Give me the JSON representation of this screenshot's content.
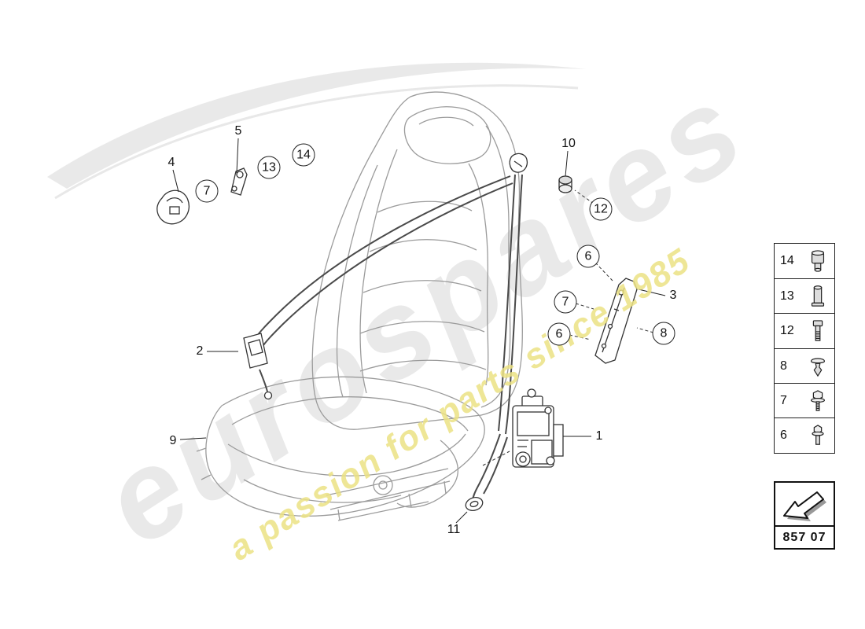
{
  "watermark": {
    "main": "eurospares",
    "tagline": "a passion for parts since 1985",
    "main_color": "#e9e9e9",
    "tagline_color": "#ece284"
  },
  "part_code": "857 07",
  "callouts": [
    {
      "label": "4"
    },
    {
      "label": "7"
    },
    {
      "label": "5"
    },
    {
      "label": "13"
    },
    {
      "label": "14"
    },
    {
      "label": "10"
    },
    {
      "label": "12"
    },
    {
      "label": "6"
    },
    {
      "label": "7"
    },
    {
      "label": "6"
    },
    {
      "label": "8"
    },
    {
      "label": "3"
    },
    {
      "label": "2"
    },
    {
      "label": "9"
    },
    {
      "label": "1"
    },
    {
      "label": "11"
    }
  ],
  "sidebar": {
    "items": [
      {
        "label": "14",
        "icon": "sleeve-nut-icon"
      },
      {
        "label": "13",
        "icon": "bushing-icon"
      },
      {
        "label": "12",
        "icon": "shoulder-bolt-icon"
      },
      {
        "label": "8",
        "icon": "push-clip-icon"
      },
      {
        "label": "7",
        "icon": "hex-screw-washer-icon"
      },
      {
        "label": "6",
        "icon": "hex-flange-bolt-icon"
      }
    ]
  }
}
